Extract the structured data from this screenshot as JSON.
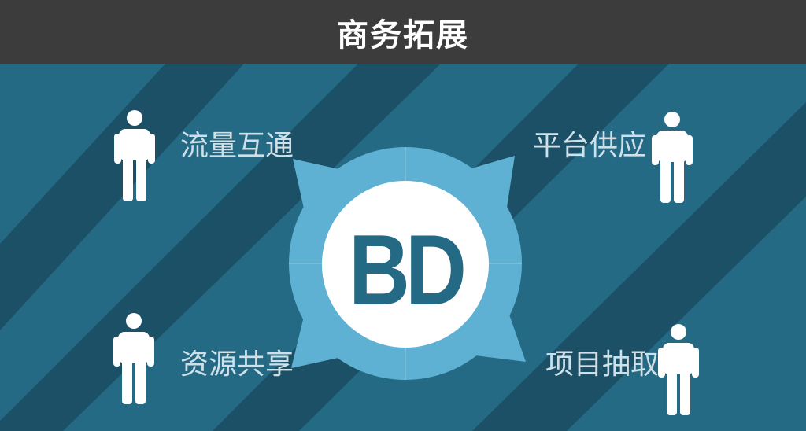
{
  "header": {
    "title": "商务拓展"
  },
  "center": {
    "label": "BD"
  },
  "items": [
    {
      "label": "流量互通",
      "icon": "person-icon"
    },
    {
      "label": "平台供应",
      "icon": "person-icon"
    },
    {
      "label": "资源共享",
      "icon": "person-icon"
    },
    {
      "label": "项目抽取",
      "icon": "person-icon"
    }
  ],
  "colors": {
    "header_bg": "#3c3c3c",
    "background": "#246a85",
    "stripe": "#1c5066",
    "ring": "#5fb1d3",
    "center_circle": "#ffffff",
    "center_text": "#246a85",
    "label_text": "#cfe0e8",
    "person": "#ffffff"
  }
}
